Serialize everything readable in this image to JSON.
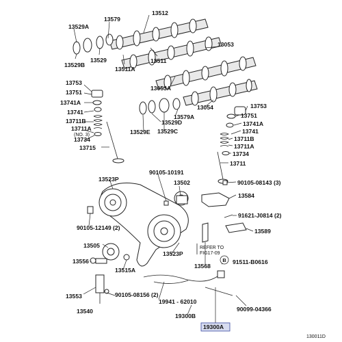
{
  "diagram": {
    "callouts": {
      "c13512": "13512",
      "c13579": "13579",
      "c13529a": "13529A",
      "c13529b": "13529B",
      "c13529": "13529",
      "c13511a": "13511A",
      "c13511": "13511",
      "c13053": "13053",
      "c13053a": "13053A",
      "c13753l": "13753",
      "c13751": "13751",
      "c13741a_l": "13741A",
      "c13741_l": "13741",
      "c13711b_l": "13711B",
      "c13711a_l": "13711A",
      "no3": "(NO. 3)",
      "c13734_l": "13734",
      "c13715": "13715",
      "c13529d": "13529D",
      "c13579a": "13579A",
      "c13529e": "13529E",
      "c13529c": "13529C",
      "c13054": "13054",
      "c13753r": "13753",
      "c13751r": "13751",
      "c13741a_r": "13741A",
      "c13741_r": "13741",
      "c13711b_r": "13711B",
      "c13711a_r": "13711A",
      "c13734_r": "13734",
      "c13711": "13711",
      "c90105_10191": "90105-10191",
      "c13523p": "13523P",
      "c13502": "13502",
      "c90105_08143": "90105-08143 (3)",
      "c13584": "13584",
      "c90105_12149": "90105-12149 (2)",
      "c91621": "91621-J0814 (2)",
      "c13589": "13589",
      "refer_to": "REFER TO",
      "fig": "FIG17-09",
      "c13505": "13505",
      "c13556": "13556",
      "c13523p2": "13523P",
      "c13568": "13568",
      "b_marker": "B",
      "c91511": "91511-B0616",
      "c13515a": "13515A",
      "c13553": "13553",
      "c90105_08156": "90105-08156 (2)",
      "c19941": "19941 - 62010",
      "c13540": "13540",
      "c19300b": "19300B",
      "c90099": "90099-04366",
      "c19300a": "19300A",
      "figcode": "130011D"
    },
    "highlight_color": "#d7dcf0"
  }
}
